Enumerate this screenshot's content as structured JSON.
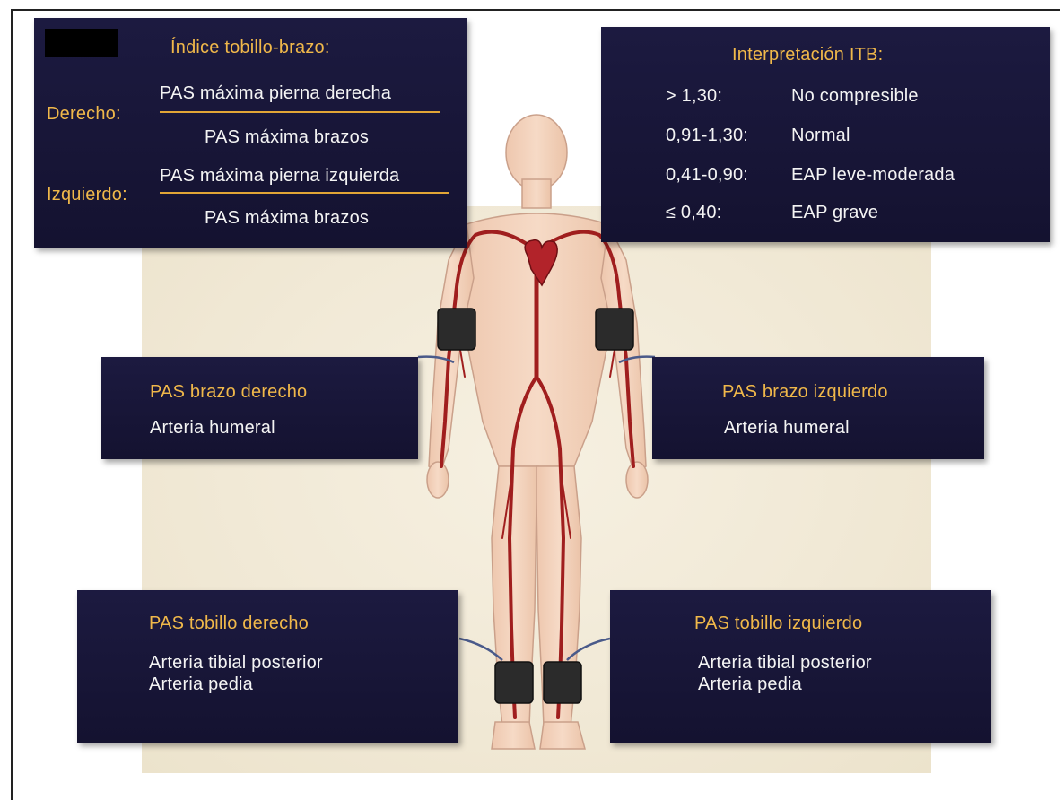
{
  "abi": {
    "title": "Índice tobillo-brazo:",
    "right_label": "Derecho:",
    "right_numerator": "PAS máxima pierna derecha",
    "right_denominator": "PAS máxima brazos",
    "left_label": "Izquierdo:",
    "left_numerator": "PAS máxima pierna izquierda",
    "left_denominator": "PAS máxima brazos"
  },
  "interpretation": {
    "title": "Interpretación ITB:",
    "rows": [
      {
        "range": "> 1,30:",
        "meaning": "No compresible"
      },
      {
        "range": "0,91-1,30:",
        "meaning": "Normal"
      },
      {
        "range": "0,41-0,90:",
        "meaning": "EAP leve-moderada"
      },
      {
        "range": "≤ 0,40:",
        "meaning": "EAP grave"
      }
    ]
  },
  "arm_right": {
    "title": "PAS brazo derecho",
    "artery": "Arteria humeral"
  },
  "arm_left": {
    "title": "PAS brazo izquierdo",
    "artery": "Arteria humeral"
  },
  "ankle_right": {
    "title": "PAS tobillo derecho",
    "artery1": "Arteria tibial posterior",
    "artery2": "Arteria pedia"
  },
  "ankle_left": {
    "title": "PAS tobillo izquierdo",
    "artery1": "Arteria tibial posterior",
    "artery2": "Arteria pedia"
  },
  "colors": {
    "box_bg": "#1a1840",
    "label_gold": "#f0b84a",
    "artery_red": "#9e1b1b",
    "skin": "#f2d2bd",
    "cuff": "#2a2a2a"
  }
}
